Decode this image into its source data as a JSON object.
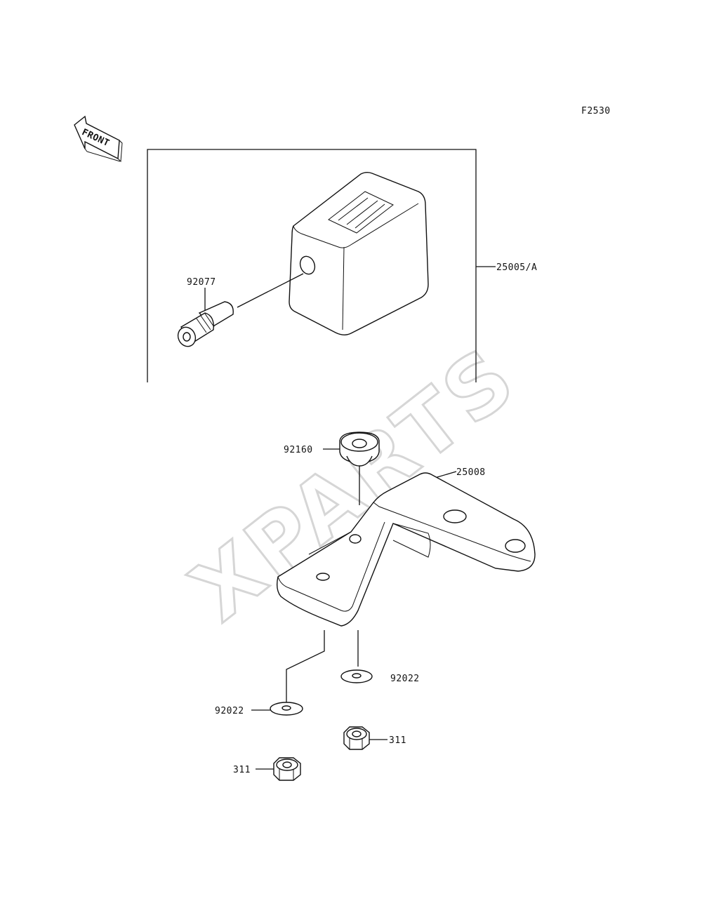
{
  "diagram": {
    "code": "F2530",
    "front_label": "FRONT",
    "watermark": "XPARTS"
  },
  "parts": [
    {
      "id": "cover",
      "label": "25005/A"
    },
    {
      "id": "grommet-small",
      "label": "92077"
    },
    {
      "id": "grommet-top",
      "label": "92160"
    },
    {
      "id": "bracket",
      "label": "25008"
    },
    {
      "id": "washer-right",
      "label": "92022"
    },
    {
      "id": "washer-left",
      "label": "92022"
    },
    {
      "id": "nut-right",
      "label": "311"
    },
    {
      "id": "nut-left",
      "label": "311"
    }
  ]
}
